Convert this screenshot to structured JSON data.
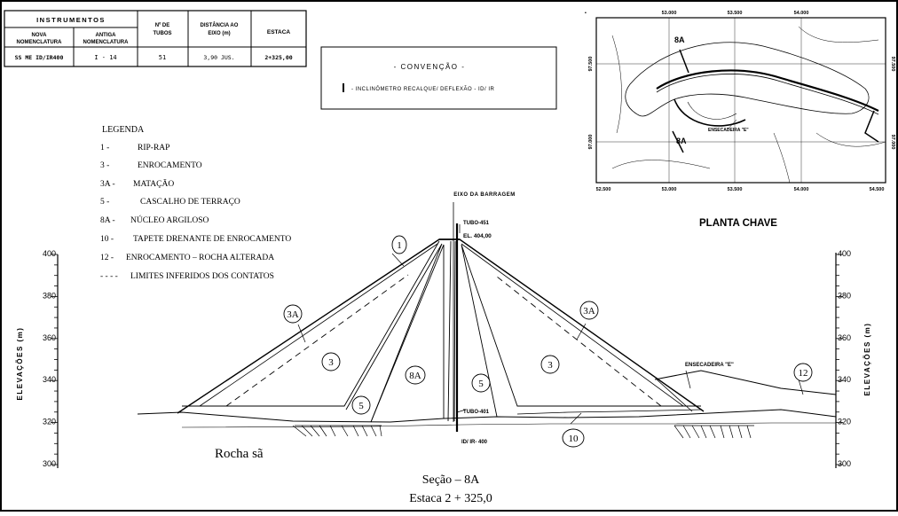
{
  "instrument_table": {
    "group_header": "INSTRUMENTOS",
    "col_new": "NOVA NOMENCLATURA",
    "col_old": "ANTIGA NOMENCLATURA",
    "col_tubes": "Nº DE TUBOS",
    "col_distance": "DISTÂNCIA AO EIXO (m)",
    "col_station": "ESTACA",
    "row": {
      "new": "SS ME ID/IR400",
      "old": "I - 14",
      "tubes": "51",
      "distance": "3,90 JUS.",
      "station": "2+325,00"
    }
  },
  "convention": {
    "title": "- CONVENÇÃO -",
    "item": "- INCLINÔMETRO RECALQUE/ DEFLEXÃO - ID/ IR"
  },
  "legend": {
    "title": "LEGENDA",
    "items": [
      {
        "key": "1 -",
        "label": "RIP-RAP"
      },
      {
        "key": "3 -",
        "label": "ENROCAMENTO"
      },
      {
        "key": "3A -",
        "label": "MATAÇÃO"
      },
      {
        "key": "5 -",
        "label": "CASCALHO DE TERRAÇO"
      },
      {
        "key": "8A -",
        "label": "NÚCLEO ARGILOSO"
      },
      {
        "key": "10 -",
        "label": "TAPETE DRENANTE DE ENROCAMENTO"
      },
      {
        "key": "12 -",
        "label": "ENROCAMENTO – ROCHA ALTERADA"
      },
      {
        "key": "- - - -",
        "label": "LIMITES INFERIDOS DOS CONTATOS"
      }
    ]
  },
  "key_map": {
    "title": "PLANTA CHAVE",
    "top_ticks": [
      "53.000",
      "53.500",
      "54.000"
    ],
    "bottom_ticks": [
      "52.500",
      "53.000",
      "53.500",
      "54.000",
      "54.500"
    ],
    "left_ticks": [
      "97.500",
      "97.000"
    ],
    "right_ticks": [
      "97.500",
      "97.000"
    ],
    "section_labels": [
      "8A",
      "8A"
    ],
    "cofferdam_label": "ENSECADEIRA \"E\""
  },
  "section": {
    "axis_label": "EIXO DA BARRAGEM",
    "tube_top": "TUBO-451",
    "crest_elevation": "EL. 404,00",
    "tube_bottom": "TUBO-401",
    "instrument_bottom": "ID/ IR- 400",
    "cofferdam": "ENSECADEIRA \"E\"",
    "rock": "Rocha sã",
    "section_title": "Seção – 8A",
    "station_title": "Estaca 2 + 325,0",
    "zone_labels": [
      "1",
      "3A",
      "3",
      "5",
      "8A",
      "5",
      "3",
      "3A",
      "12",
      "10"
    ]
  },
  "elevation_axis": {
    "label": "ELEVAÇÕES (m)",
    "ticks": [
      "400",
      "380",
      "360",
      "340",
      "320",
      "300"
    ]
  }
}
